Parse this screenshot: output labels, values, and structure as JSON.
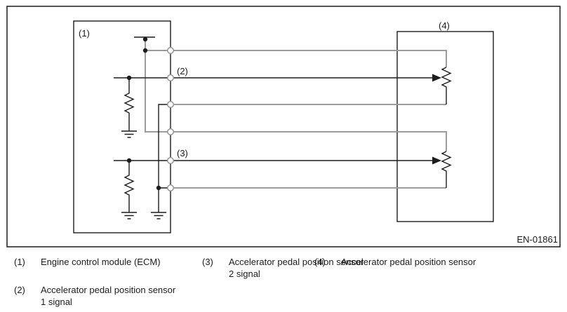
{
  "figure": {
    "callout_1": "(1)",
    "callout_2": "(2)",
    "callout_3": "(3)",
    "callout_4": "(4)",
    "figure_code": "EN-01861",
    "colors": {
      "line": "#1c1c1c",
      "wire_gray": "#9c9c9c",
      "pin_stroke": "#8f8f8f",
      "background": "#ffffff"
    }
  },
  "legend": {
    "items": [
      {
        "num": "(1)",
        "lines": [
          "Engine control module (ECM)",
          ""
        ]
      },
      {
        "num": "(2)",
        "lines": [
          "Accelerator pedal position sensor",
          "1 signal"
        ]
      },
      {
        "num": "(3)",
        "lines": [
          "Accelerator pedal position sensor",
          "2 signal"
        ]
      },
      {
        "num": "(4)",
        "lines": [
          "Accelerator pedal position sensor",
          ""
        ]
      }
    ]
  }
}
